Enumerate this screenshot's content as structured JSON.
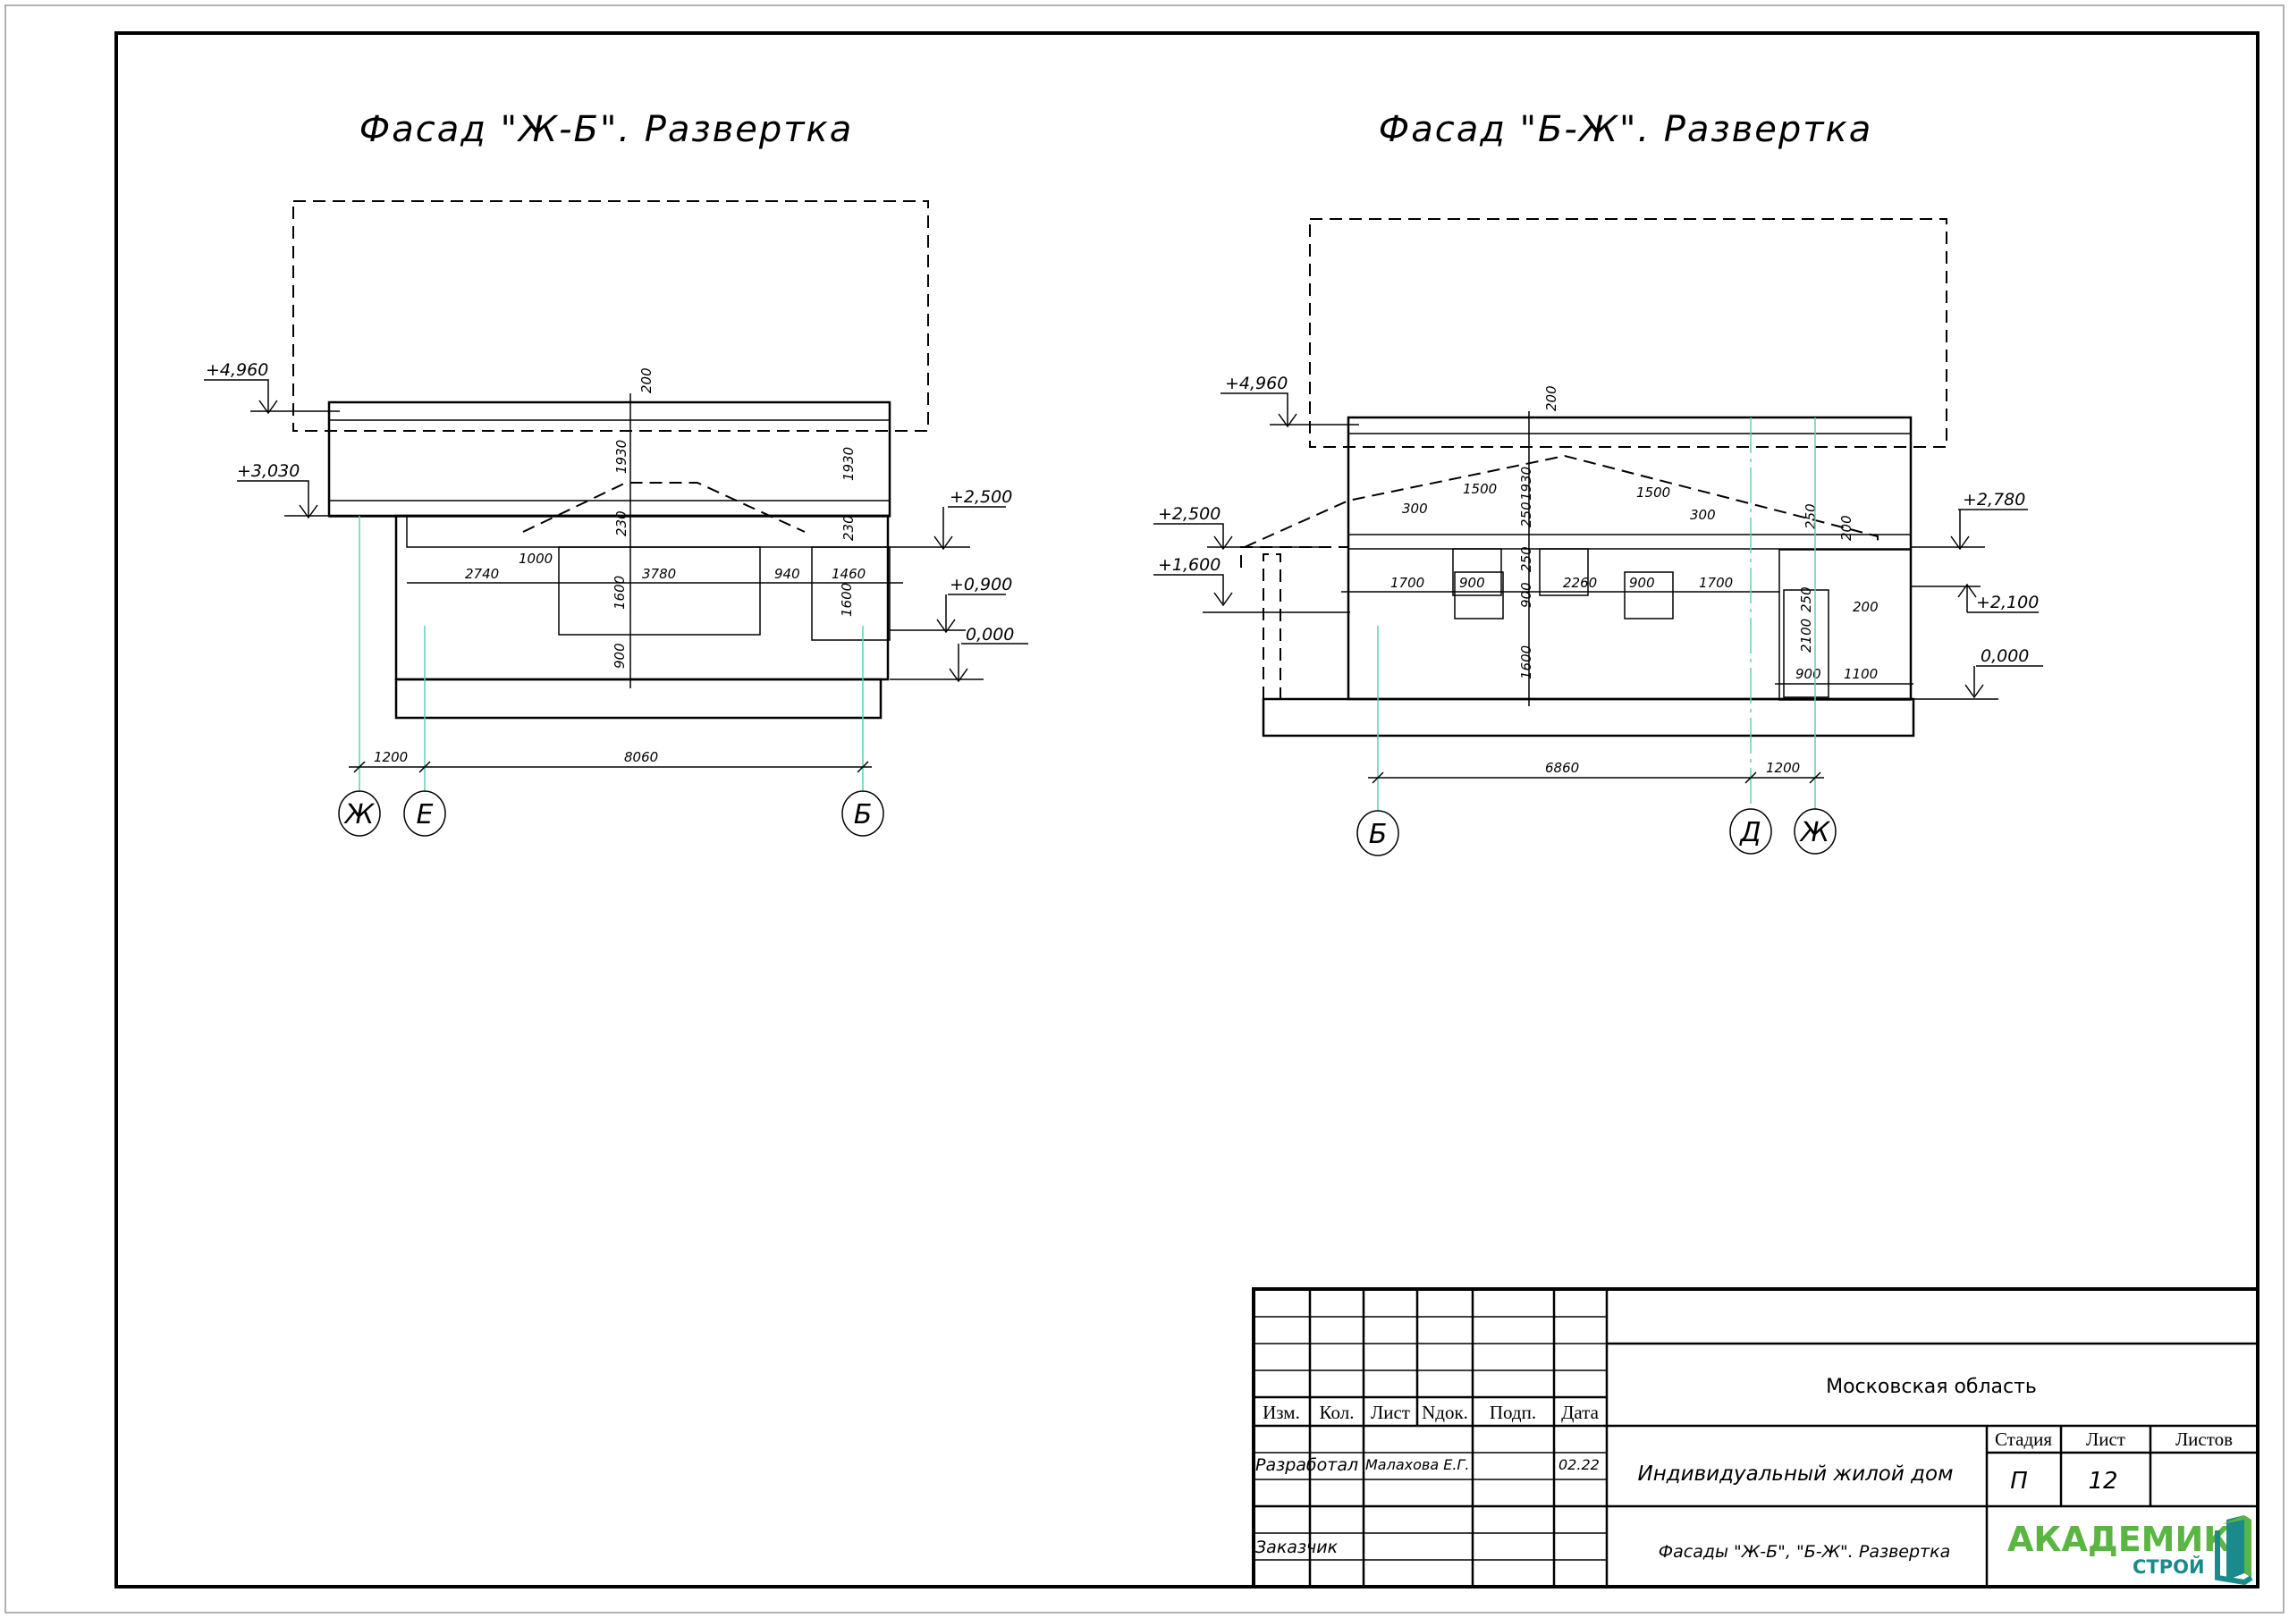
{
  "left_facade": {
    "title": "Фасад \"Ж-Б\". Развертка",
    "levels": [
      "+4,960",
      "+3,030",
      "+2,500",
      "+0,900",
      "0,000"
    ],
    "dims": [
      "200",
      "1930",
      "1930",
      "230",
      "230",
      "1000",
      "2740",
      "3780",
      "940",
      "1460",
      "1600",
      "1600",
      "900"
    ],
    "axis_dims": [
      "1200",
      "8060"
    ],
    "axes": [
      "Ж",
      "Е",
      "Б"
    ]
  },
  "right_facade": {
    "title": "Фасад \"Б-Ж\". Развертка",
    "levels": [
      "+4,960",
      "+2,500",
      "+1,600",
      "+2,780",
      "+2,100",
      "0,000"
    ],
    "dims": [
      "200",
      "1930",
      "1500",
      "1500",
      "300",
      "300",
      "250",
      "250",
      "250",
      "1700",
      "900",
      "2260",
      "900",
      "1700",
      "900",
      "1600",
      "2100",
      "250",
      "200",
      "900",
      "1100",
      "200"
    ],
    "axis_dims": [
      "6860",
      "1200"
    ],
    "axes": [
      "Б",
      "Д",
      "Ж"
    ]
  },
  "title_block": {
    "headers": [
      "Изм.",
      "Кол.",
      "Лист",
      "Nдок.",
      "Подп.",
      "Дата"
    ],
    "developed_label": "Разработал",
    "developer": "Малахова Е.Г.",
    "date": "02.22",
    "customer_label": "Заказчик",
    "region": "Московская область",
    "project": "Индивидуальный жилой дом",
    "sheet_title": "Фасады \"Ж-Б\", \"Б-Ж\". Развертка",
    "stage_label": "Стадия",
    "sheet_label": "Лист",
    "sheets_label": "Листов",
    "stage": "П",
    "sheet": "12",
    "logo": {
      "main": "АКАДЕМИК",
      "sub": "СТРОЙ",
      "green": "#5bb543",
      "teal": "#1a8a8a"
    }
  }
}
